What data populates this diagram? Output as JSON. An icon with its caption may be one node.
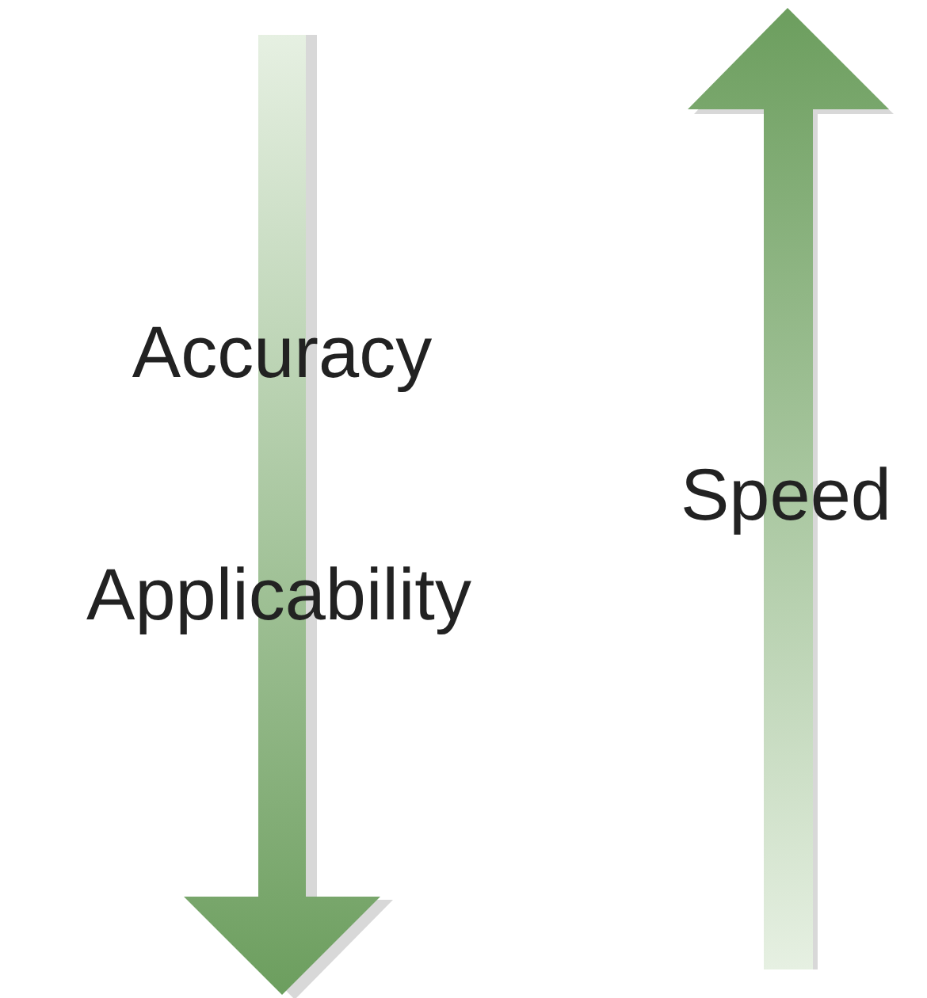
{
  "diagram": {
    "labels": [
      "Accuracy",
      "Applicability",
      "Speed"
    ]
  }
}
